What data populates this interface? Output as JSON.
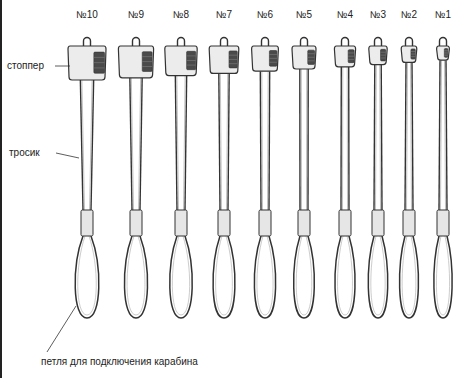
{
  "diagram": {
    "labels": [
      "№10",
      "№9",
      "№8",
      "№7",
      "№6",
      "№5",
      "№4",
      "№3",
      "№2",
      "№1",
      "стоппер",
      "тросик",
      "петля для подключения карабина"
    ]
  }
}
